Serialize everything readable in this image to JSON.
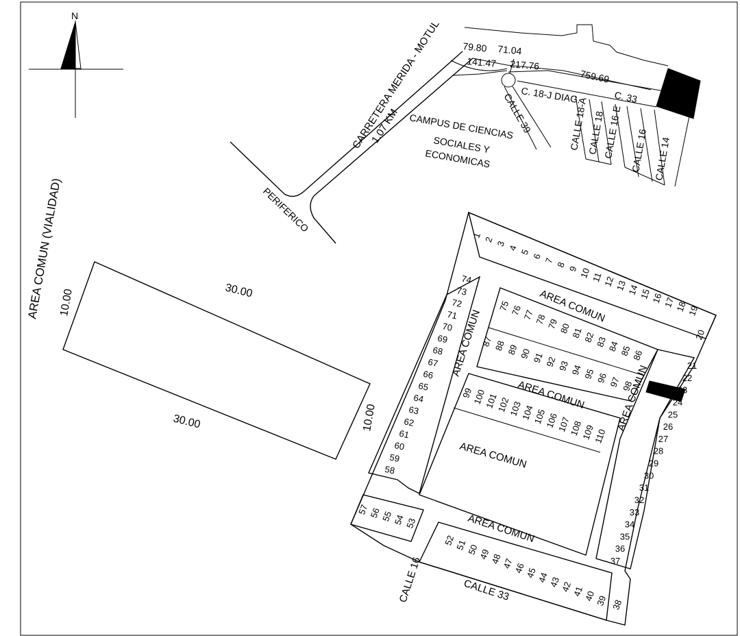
{
  "north": {
    "label": "N"
  },
  "roads": {
    "carretera": "CARRETERA MERIDA - MOTUL",
    "distance": "1.07 KM",
    "periferico": "PERIFERICO",
    "calle39": "CALLE 39",
    "c18j": "C. 18-J DIAG.",
    "c33": "C. 33",
    "calle18a": "CALLE 18-A",
    "calle18": "CALLE 18",
    "calle16e": "CALLE 16-E",
    "calle16top": "CALLE 16",
    "calle14": "CALLE 14",
    "calle16": "CALLE 16",
    "calle33": "CALLE 33"
  },
  "campus": {
    "line1": "CAMPUS DE CIENCIAS",
    "line2": "SOCIALES Y",
    "line3": "ECONOMICAS"
  },
  "measures": {
    "m1": "79.80",
    "m2": "71.04",
    "m3": "141.47",
    "m4": "217.76",
    "m5": "759.69"
  },
  "lot_detail": {
    "side_label": "AREA COMUN (VIALIDAD)",
    "top": "30.00",
    "bottom": "30.00",
    "left": "10.00",
    "right": "10.00"
  },
  "areas": {
    "top": "AREA COMUN",
    "left": "AREA COMUN",
    "mid": "AREA COMUN",
    "right": "AREA COMUN",
    "center": "AREA COMUN",
    "bottom": "AREA COMUN"
  },
  "lots": {
    "top_row": [
      "1",
      "2",
      "3",
      "4",
      "5",
      "6",
      "7",
      "8",
      "9",
      "10",
      "11",
      "12",
      "13",
      "14",
      "15",
      "16",
      "17",
      "18",
      "19"
    ],
    "lot20": "20",
    "right_col": [
      "21",
      "22",
      "23",
      "24",
      "25",
      "26",
      "27",
      "28",
      "29",
      "30",
      "31",
      "32",
      "33",
      "34",
      "35",
      "36",
      "37"
    ],
    "lot38": "38",
    "bottom_row": [
      "39",
      "40",
      "41",
      "42",
      "43",
      "44",
      "45",
      "46",
      "47",
      "48",
      "49",
      "50",
      "51",
      "52"
    ],
    "corner_block": [
      "53",
      "54",
      "55",
      "56",
      "57"
    ],
    "left_col": [
      "58",
      "59",
      "60",
      "61",
      "62",
      "63",
      "64",
      "65",
      "66",
      "67",
      "68",
      "69",
      "70",
      "71",
      "72",
      "73",
      "74"
    ],
    "block_a_top": [
      "75",
      "76",
      "77",
      "78",
      "79",
      "80",
      "81",
      "82",
      "83",
      "84",
      "85",
      "86"
    ],
    "block_a_bottom": [
      "87",
      "88",
      "89",
      "90",
      "91",
      "92",
      "93",
      "94",
      "95",
      "96",
      "97",
      "98"
    ],
    "block_b": [
      "99",
      "100",
      "101",
      "102",
      "103",
      "104",
      "105",
      "106",
      "107",
      "108",
      "109",
      "110"
    ],
    "highlighted": "23"
  },
  "colors": {
    "ink": "#000000",
    "paper": "#ffffff"
  }
}
